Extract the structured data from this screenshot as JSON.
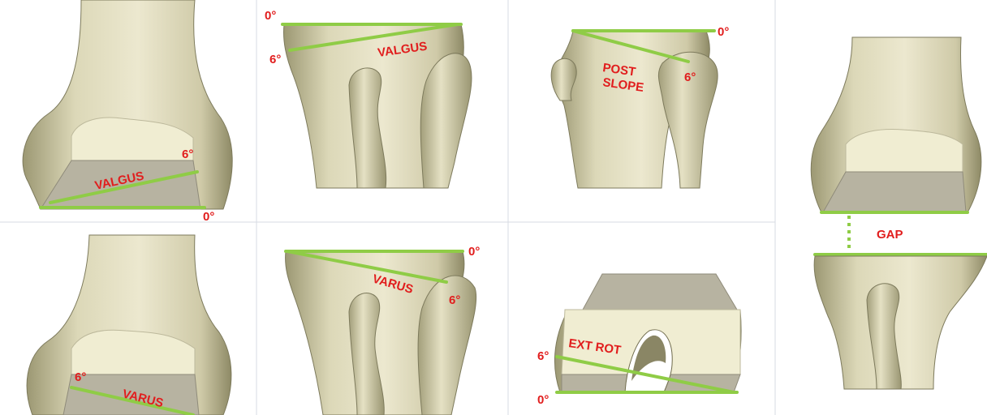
{
  "panels": {
    "femur_valgus": {
      "word": "VALGUS",
      "angle_top": "6°",
      "angle_bottom": "0°"
    },
    "femur_varus": {
      "angle_top": "6°",
      "word": "VARUS"
    },
    "tibia_valgus": {
      "angle_top": "0°",
      "angle_bottom": "6°",
      "word": "VALGUS"
    },
    "tibia_varus": {
      "angle_top": "0°",
      "angle_bottom": "6°",
      "word": "VARUS"
    },
    "tibia_slope": {
      "angle_top": "0°",
      "word_line1": "POST",
      "word_line2": "SLOPE",
      "angle_bottom": "6°"
    },
    "femur_rotation": {
      "angle_top": "6°",
      "word": "EXT ROT",
      "angle_bottom": "0°"
    },
    "gap_panel": {
      "word": "GAP"
    }
  },
  "colors": {
    "cut_line": "#8fcc46",
    "label": "#e11d1d",
    "bone": "#e6e2c6",
    "cut_surface": "#f0edd2",
    "resected_block": "#b7b3a1"
  }
}
